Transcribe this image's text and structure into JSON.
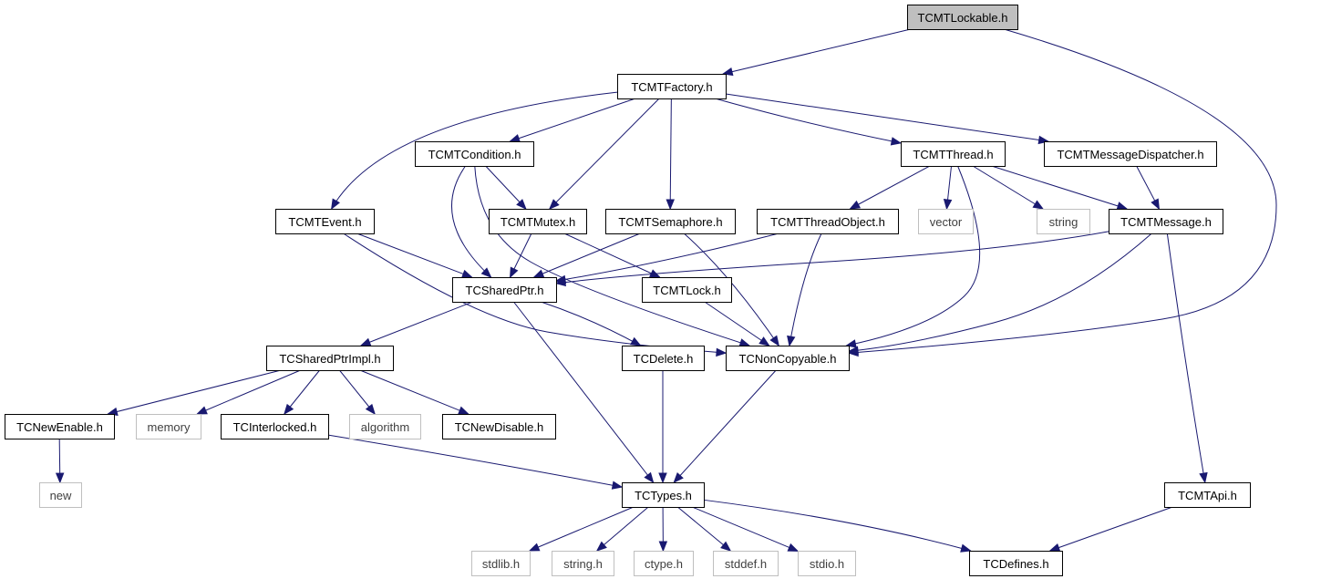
{
  "graph": {
    "root": "TCMTLockable.h",
    "colors": {
      "edge": "#191970",
      "root_fill": "#bfbfbf",
      "node_border": "#000000",
      "external_border": "#bfbfbf",
      "external_text": "#404040",
      "text": "#000000"
    },
    "nodes": [
      {
        "id": "TCMTLockable.h",
        "kind": "root"
      },
      {
        "id": "TCMTFactory.h",
        "kind": "file"
      },
      {
        "id": "TCMTCondition.h",
        "kind": "file"
      },
      {
        "id": "TCMTThread.h",
        "kind": "file"
      },
      {
        "id": "TCMTMessageDispatcher.h",
        "kind": "file"
      },
      {
        "id": "TCMTEvent.h",
        "kind": "file"
      },
      {
        "id": "TCMTMutex.h",
        "kind": "file"
      },
      {
        "id": "TCMTSemaphore.h",
        "kind": "file"
      },
      {
        "id": "TCMTThreadObject.h",
        "kind": "file"
      },
      {
        "id": "vector",
        "kind": "external"
      },
      {
        "id": "string",
        "kind": "external"
      },
      {
        "id": "TCMTMessage.h",
        "kind": "file"
      },
      {
        "id": "TCSharedPtr.h",
        "kind": "file"
      },
      {
        "id": "TCMTLock.h",
        "kind": "file"
      },
      {
        "id": "TCSharedPtrImpl.h",
        "kind": "file"
      },
      {
        "id": "TCDelete.h",
        "kind": "file"
      },
      {
        "id": "TCNonCopyable.h",
        "kind": "file"
      },
      {
        "id": "TCNewEnable.h",
        "kind": "file"
      },
      {
        "id": "memory",
        "kind": "external"
      },
      {
        "id": "TCInterlocked.h",
        "kind": "file"
      },
      {
        "id": "algorithm",
        "kind": "external"
      },
      {
        "id": "TCNewDisable.h",
        "kind": "file"
      },
      {
        "id": "new",
        "kind": "external"
      },
      {
        "id": "TCTypes.h",
        "kind": "file"
      },
      {
        "id": "TCMTApi.h",
        "kind": "file"
      },
      {
        "id": "stdlib.h",
        "kind": "external"
      },
      {
        "id": "string.h",
        "kind": "external"
      },
      {
        "id": "ctype.h",
        "kind": "external"
      },
      {
        "id": "stddef.h",
        "kind": "external"
      },
      {
        "id": "stdio.h",
        "kind": "external"
      },
      {
        "id": "TCDefines.h",
        "kind": "file"
      }
    ],
    "edges": [
      [
        "TCMTLockable.h",
        "TCMTFactory.h"
      ],
      [
        "TCMTLockable.h",
        "TCNonCopyable.h"
      ],
      [
        "TCMTFactory.h",
        "TCMTEvent.h"
      ],
      [
        "TCMTFactory.h",
        "TCMTCondition.h"
      ],
      [
        "TCMTFactory.h",
        "TCMTMutex.h"
      ],
      [
        "TCMTFactory.h",
        "TCMTSemaphore.h"
      ],
      [
        "TCMTFactory.h",
        "TCMTThread.h"
      ],
      [
        "TCMTFactory.h",
        "TCMTMessageDispatcher.h"
      ],
      [
        "TCMTCondition.h",
        "TCMTMutex.h"
      ],
      [
        "TCMTCondition.h",
        "TCSharedPtr.h"
      ],
      [
        "TCMTCondition.h",
        "TCNonCopyable.h"
      ],
      [
        "TCMTEvent.h",
        "TCSharedPtr.h"
      ],
      [
        "TCMTEvent.h",
        "TCNonCopyable.h"
      ],
      [
        "TCMTMutex.h",
        "TCSharedPtr.h"
      ],
      [
        "TCMTMutex.h",
        "TCMTLock.h"
      ],
      [
        "TCMTSemaphore.h",
        "TCSharedPtr.h"
      ],
      [
        "TCMTSemaphore.h",
        "TCNonCopyable.h"
      ],
      [
        "TCMTThread.h",
        "TCMTThreadObject.h"
      ],
      [
        "TCMTThread.h",
        "vector"
      ],
      [
        "TCMTThread.h",
        "string"
      ],
      [
        "TCMTThread.h",
        "TCMTMessage.h"
      ],
      [
        "TCMTThread.h",
        "TCNonCopyable.h"
      ],
      [
        "TCMTMessageDispatcher.h",
        "TCMTMessage.h"
      ],
      [
        "TCMTThreadObject.h",
        "TCSharedPtr.h"
      ],
      [
        "TCMTThreadObject.h",
        "TCNonCopyable.h"
      ],
      [
        "TCMTMessage.h",
        "TCSharedPtr.h"
      ],
      [
        "TCMTMessage.h",
        "TCNonCopyable.h"
      ],
      [
        "TCMTMessage.h",
        "TCMTApi.h"
      ],
      [
        "TCMTLock.h",
        "TCNonCopyable.h"
      ],
      [
        "TCSharedPtr.h",
        "TCSharedPtrImpl.h"
      ],
      [
        "TCSharedPtr.h",
        "TCDelete.h"
      ],
      [
        "TCSharedPtr.h",
        "TCTypes.h"
      ],
      [
        "TCSharedPtrImpl.h",
        "TCNewEnable.h"
      ],
      [
        "TCSharedPtrImpl.h",
        "memory"
      ],
      [
        "TCSharedPtrImpl.h",
        "TCInterlocked.h"
      ],
      [
        "TCSharedPtrImpl.h",
        "algorithm"
      ],
      [
        "TCSharedPtrImpl.h",
        "TCNewDisable.h"
      ],
      [
        "TCNewEnable.h",
        "new"
      ],
      [
        "TCInterlocked.h",
        "TCTypes.h"
      ],
      [
        "TCDelete.h",
        "TCTypes.h"
      ],
      [
        "TCNonCopyable.h",
        "TCTypes.h"
      ],
      [
        "TCTypes.h",
        "stdlib.h"
      ],
      [
        "TCTypes.h",
        "string.h"
      ],
      [
        "TCTypes.h",
        "ctype.h"
      ],
      [
        "TCTypes.h",
        "stddef.h"
      ],
      [
        "TCTypes.h",
        "stdio.h"
      ],
      [
        "TCTypes.h",
        "TCDefines.h"
      ],
      [
        "TCMTApi.h",
        "TCDefines.h"
      ]
    ]
  }
}
